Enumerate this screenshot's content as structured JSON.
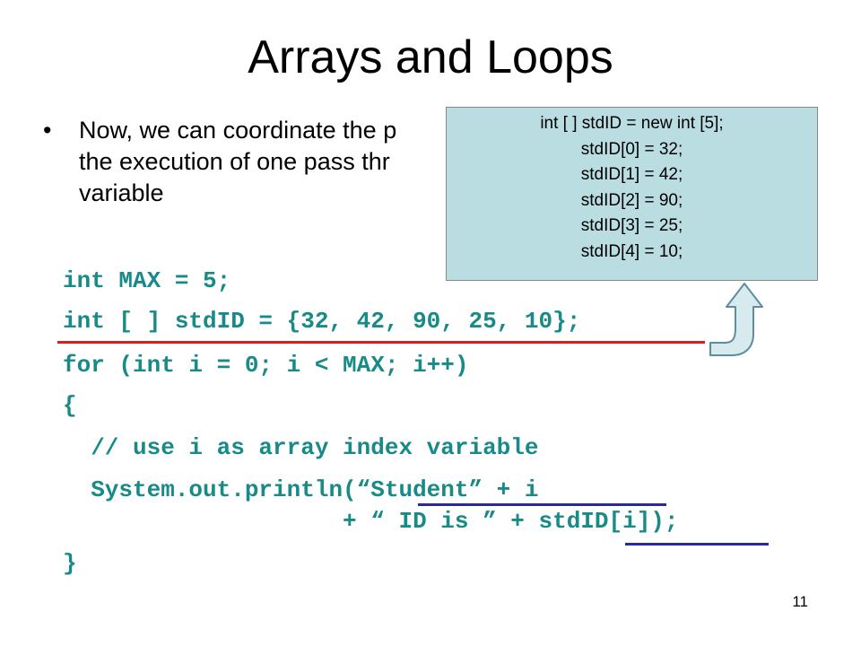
{
  "slide": {
    "title": "Arrays and Loops",
    "bullet": {
      "symbol": "•",
      "lines": [
        "Now, we can coordinate the p",
        "the execution of one pass thr",
        "variable"
      ]
    },
    "code": [
      "int MAX = 5;",
      "int [ ] stdID = {32, 42, 90, 25, 10};",
      "for (int i = 0; i < MAX; i++)",
      "{",
      "  // use i as array index variable",
      "  System.out.println(“Student” + i",
      "                    + “ ID is ” + stdID[i]);",
      "}"
    ],
    "callout": {
      "lines": [
        "int [ ] stdID = new int [5];",
        "stdID[0] = 32;",
        "stdID[1] = 42;",
        "stdID[2] = 90;",
        "stdID[3] = 25;",
        "stdID[4] = 10;"
      ],
      "background": "#b9dde1"
    },
    "arrow_icon": "curved-up-arrow",
    "page_number": "11",
    "colors": {
      "code": "#188a88",
      "red_underline": "#e21b1b",
      "blue_underline": "#2a2aa0"
    }
  }
}
